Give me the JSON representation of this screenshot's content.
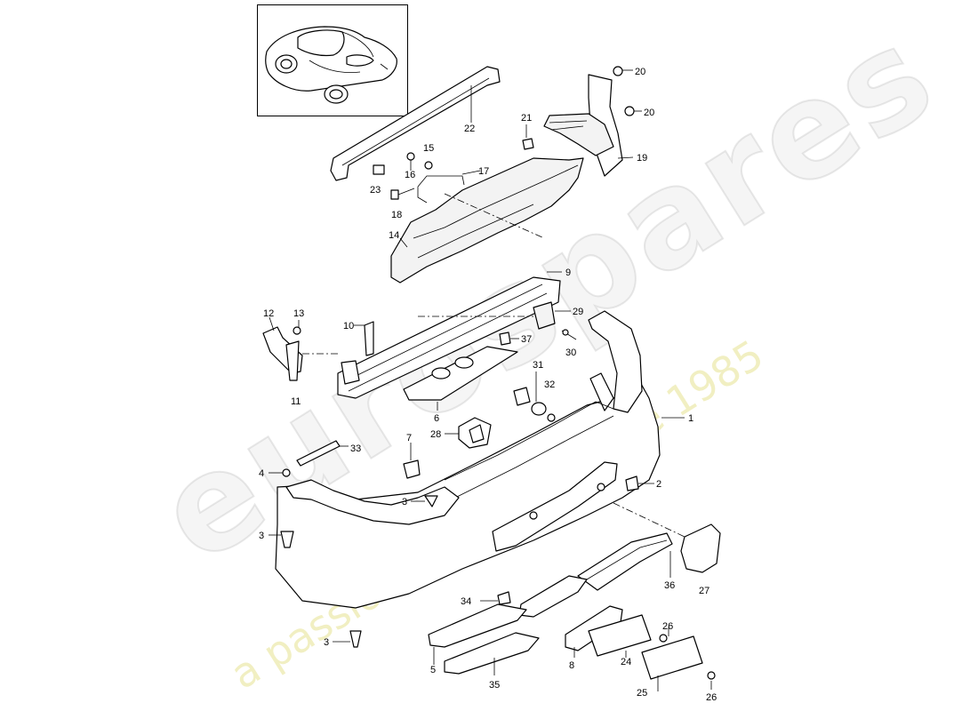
{
  "watermark": {
    "brand": "eurospares",
    "tagline": "a passion for parts since 1985"
  },
  "callouts": [
    {
      "id": "c20a",
      "text": "20"
    },
    {
      "id": "c20b",
      "text": "20"
    },
    {
      "id": "c21",
      "text": "21"
    },
    {
      "id": "c22",
      "text": "22"
    },
    {
      "id": "c19",
      "text": "19"
    },
    {
      "id": "c15",
      "text": "15"
    },
    {
      "id": "c16",
      "text": "16"
    },
    {
      "id": "c17",
      "text": "17"
    },
    {
      "id": "c23",
      "text": "23"
    },
    {
      "id": "c18",
      "text": "18"
    },
    {
      "id": "c14",
      "text": "14"
    },
    {
      "id": "c9",
      "text": "9"
    },
    {
      "id": "c29",
      "text": "29"
    },
    {
      "id": "c12",
      "text": "12"
    },
    {
      "id": "c13",
      "text": "13"
    },
    {
      "id": "c10",
      "text": "10"
    },
    {
      "id": "c37",
      "text": "37"
    },
    {
      "id": "c30",
      "text": "30"
    },
    {
      "id": "c31",
      "text": "31"
    },
    {
      "id": "c32",
      "text": "32"
    },
    {
      "id": "c11",
      "text": "11"
    },
    {
      "id": "c6",
      "text": "6"
    },
    {
      "id": "c1",
      "text": "1"
    },
    {
      "id": "c28",
      "text": "28"
    },
    {
      "id": "c7",
      "text": "7"
    },
    {
      "id": "c33",
      "text": "33"
    },
    {
      "id": "c4",
      "text": "4"
    },
    {
      "id": "c2",
      "text": "2"
    },
    {
      "id": "c3a",
      "text": "3"
    },
    {
      "id": "c3b",
      "text": "3"
    },
    {
      "id": "c27",
      "text": "27"
    },
    {
      "id": "c36",
      "text": "36"
    },
    {
      "id": "c34",
      "text": "34"
    },
    {
      "id": "c3c",
      "text": "3"
    },
    {
      "id": "c26a",
      "text": "26"
    },
    {
      "id": "c5",
      "text": "5"
    },
    {
      "id": "c8",
      "text": "8"
    },
    {
      "id": "c24",
      "text": "24"
    },
    {
      "id": "c35",
      "text": "35"
    },
    {
      "id": "c25",
      "text": "25"
    },
    {
      "id": "c26b",
      "text": "26"
    }
  ]
}
